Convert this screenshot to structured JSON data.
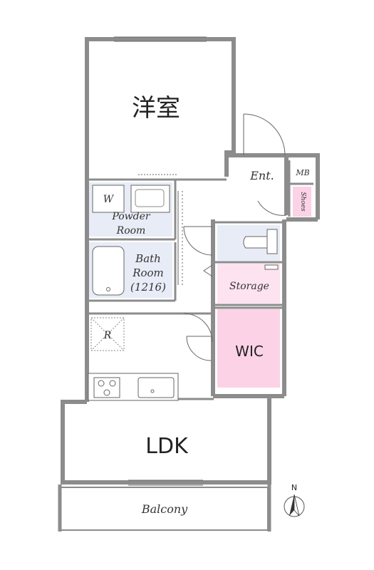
{
  "rooms": {
    "western_room": "洋室",
    "entrance": "Ent.",
    "meter_box": "MB",
    "shoes": "Shoes",
    "powder_room_line1": "Powder",
    "powder_room_line2": "Room",
    "washer": "W",
    "bath_line1": "Bath",
    "bath_line2": "Room",
    "bath_size": "(1216)",
    "storage": "Storage",
    "wic": "WIC",
    "refrigerator": "R",
    "ldk": "LDK",
    "balcony": "Balcony"
  },
  "compass": {
    "north": "N"
  },
  "colors": {
    "wall": "#8c8c8c",
    "wet_area": "#e8ecf6",
    "storage_fill": "#fde3ef",
    "wic_fill": "#fbd2e6",
    "shoes_fill": "#fbd2e6",
    "line": "#666666"
  }
}
